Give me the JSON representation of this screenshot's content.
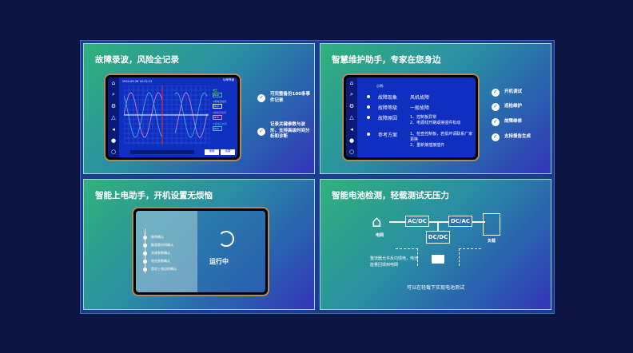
{
  "panels": [
    {
      "title": "故障录波，风险全记录",
      "screen": {
        "timestamp": "2024-09-28 16:32:13",
        "top_right": "功率界面",
        "legend": [
          "电压",
          "U相电压峰值",
          "V相电压峰值",
          "W相电压峰值"
        ],
        "values": [
          "20.0",
          "20.0",
          "20.0",
          "20.0"
        ],
        "unit": "V/div",
        "buttons": [
          "读取",
          "设置"
        ]
      },
      "features": [
        "可完整备份100条事件记录",
        "记录关键参数与波形，支持高级时间分析和诊断"
      ]
    },
    {
      "title": "智慧维护助手，专家在您身边",
      "screen": {
        "example": "示例:",
        "rows": [
          {
            "key": "故障现象",
            "value": "风机故障"
          },
          {
            "key": "故障等级",
            "value": "一般故障"
          },
          {
            "key": "故障原因",
            "value": "1、控制板异常\n2、电源线开路或接插件松动"
          },
          {
            "key": "参考方案",
            "value": "1、检查控制板，若损坏请联系厂家更换\n2、重新接插接插件"
          }
        ]
      },
      "features": [
        "开机调试",
        "巡检维护",
        "故障维修",
        "支持报告生成"
      ]
    },
    {
      "title": "智能上电助手，开机设置无烦恼",
      "screen": {
        "steps": [
          "接线确认",
          "能源类时间确认",
          "关键参数确认",
          "电池参数确认",
          "首次上电自检确认"
        ],
        "status": "运行中"
      }
    },
    {
      "title": "智能电池检测，轻载测试无压力",
      "diagram": {
        "grid": "电网",
        "load": "负载",
        "acdc": "AC/DC",
        "dcac": "DC/AC",
        "dcdc": "DC/DC",
        "note": "整流器允许反向馈电，电池能量回馈到电网",
        "caption": "可以在轻载下实现电池测试"
      }
    }
  ],
  "colors": {
    "background": "#0b1443",
    "screen": "#0f2fc0",
    "wave_pink": "#d58ad8",
    "wave_cyan": "#3fb8e8",
    "cursor": "#e0303a"
  }
}
